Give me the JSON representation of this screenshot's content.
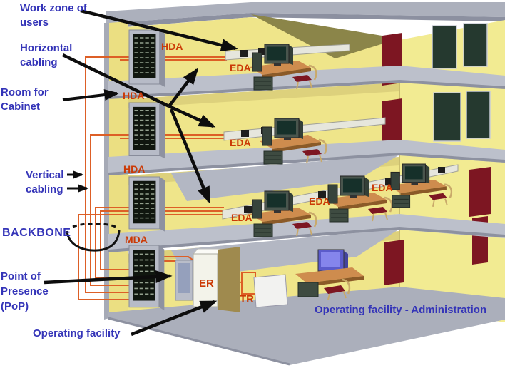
{
  "diagram": {
    "type": "structured-cabling-building",
    "annotations": {
      "work_zone": "Work zone of users",
      "horizontal_cabling": "Horizontal cabling",
      "room_for_cabinet": "Room for Cabinet",
      "vertical_cabling": "Vertical cabling",
      "backbone": "BACKBONE",
      "point_of_presence": "Point of Presence (PoP)",
      "operating_facility": "Operating facility",
      "operating_facility_admin": "Operating facility - Administration"
    },
    "rooms": {
      "hda_floor_top": "HDA",
      "hda_floor_middle": "HDA",
      "hda_floor_lower": "HDA",
      "mda": "MDA",
      "eda_floor1": "EDA",
      "eda_floor2": "EDA",
      "eda_floor3_left": "EDA",
      "eda_floor3_center": "EDA",
      "eda_floor3_right": "EDA",
      "er": "ER",
      "tr": "TR"
    },
    "colors": {
      "annotation_blue": "#3434B8",
      "room_label_red": "#CB3A06",
      "cable_orange": "#DD5F26",
      "wall_yellow": "#EFE58A",
      "door_red": "#7D1622",
      "window_green": "#25392F",
      "slab_grey": "#BCC0CB",
      "arrow_black": "#0D0D0D"
    }
  }
}
